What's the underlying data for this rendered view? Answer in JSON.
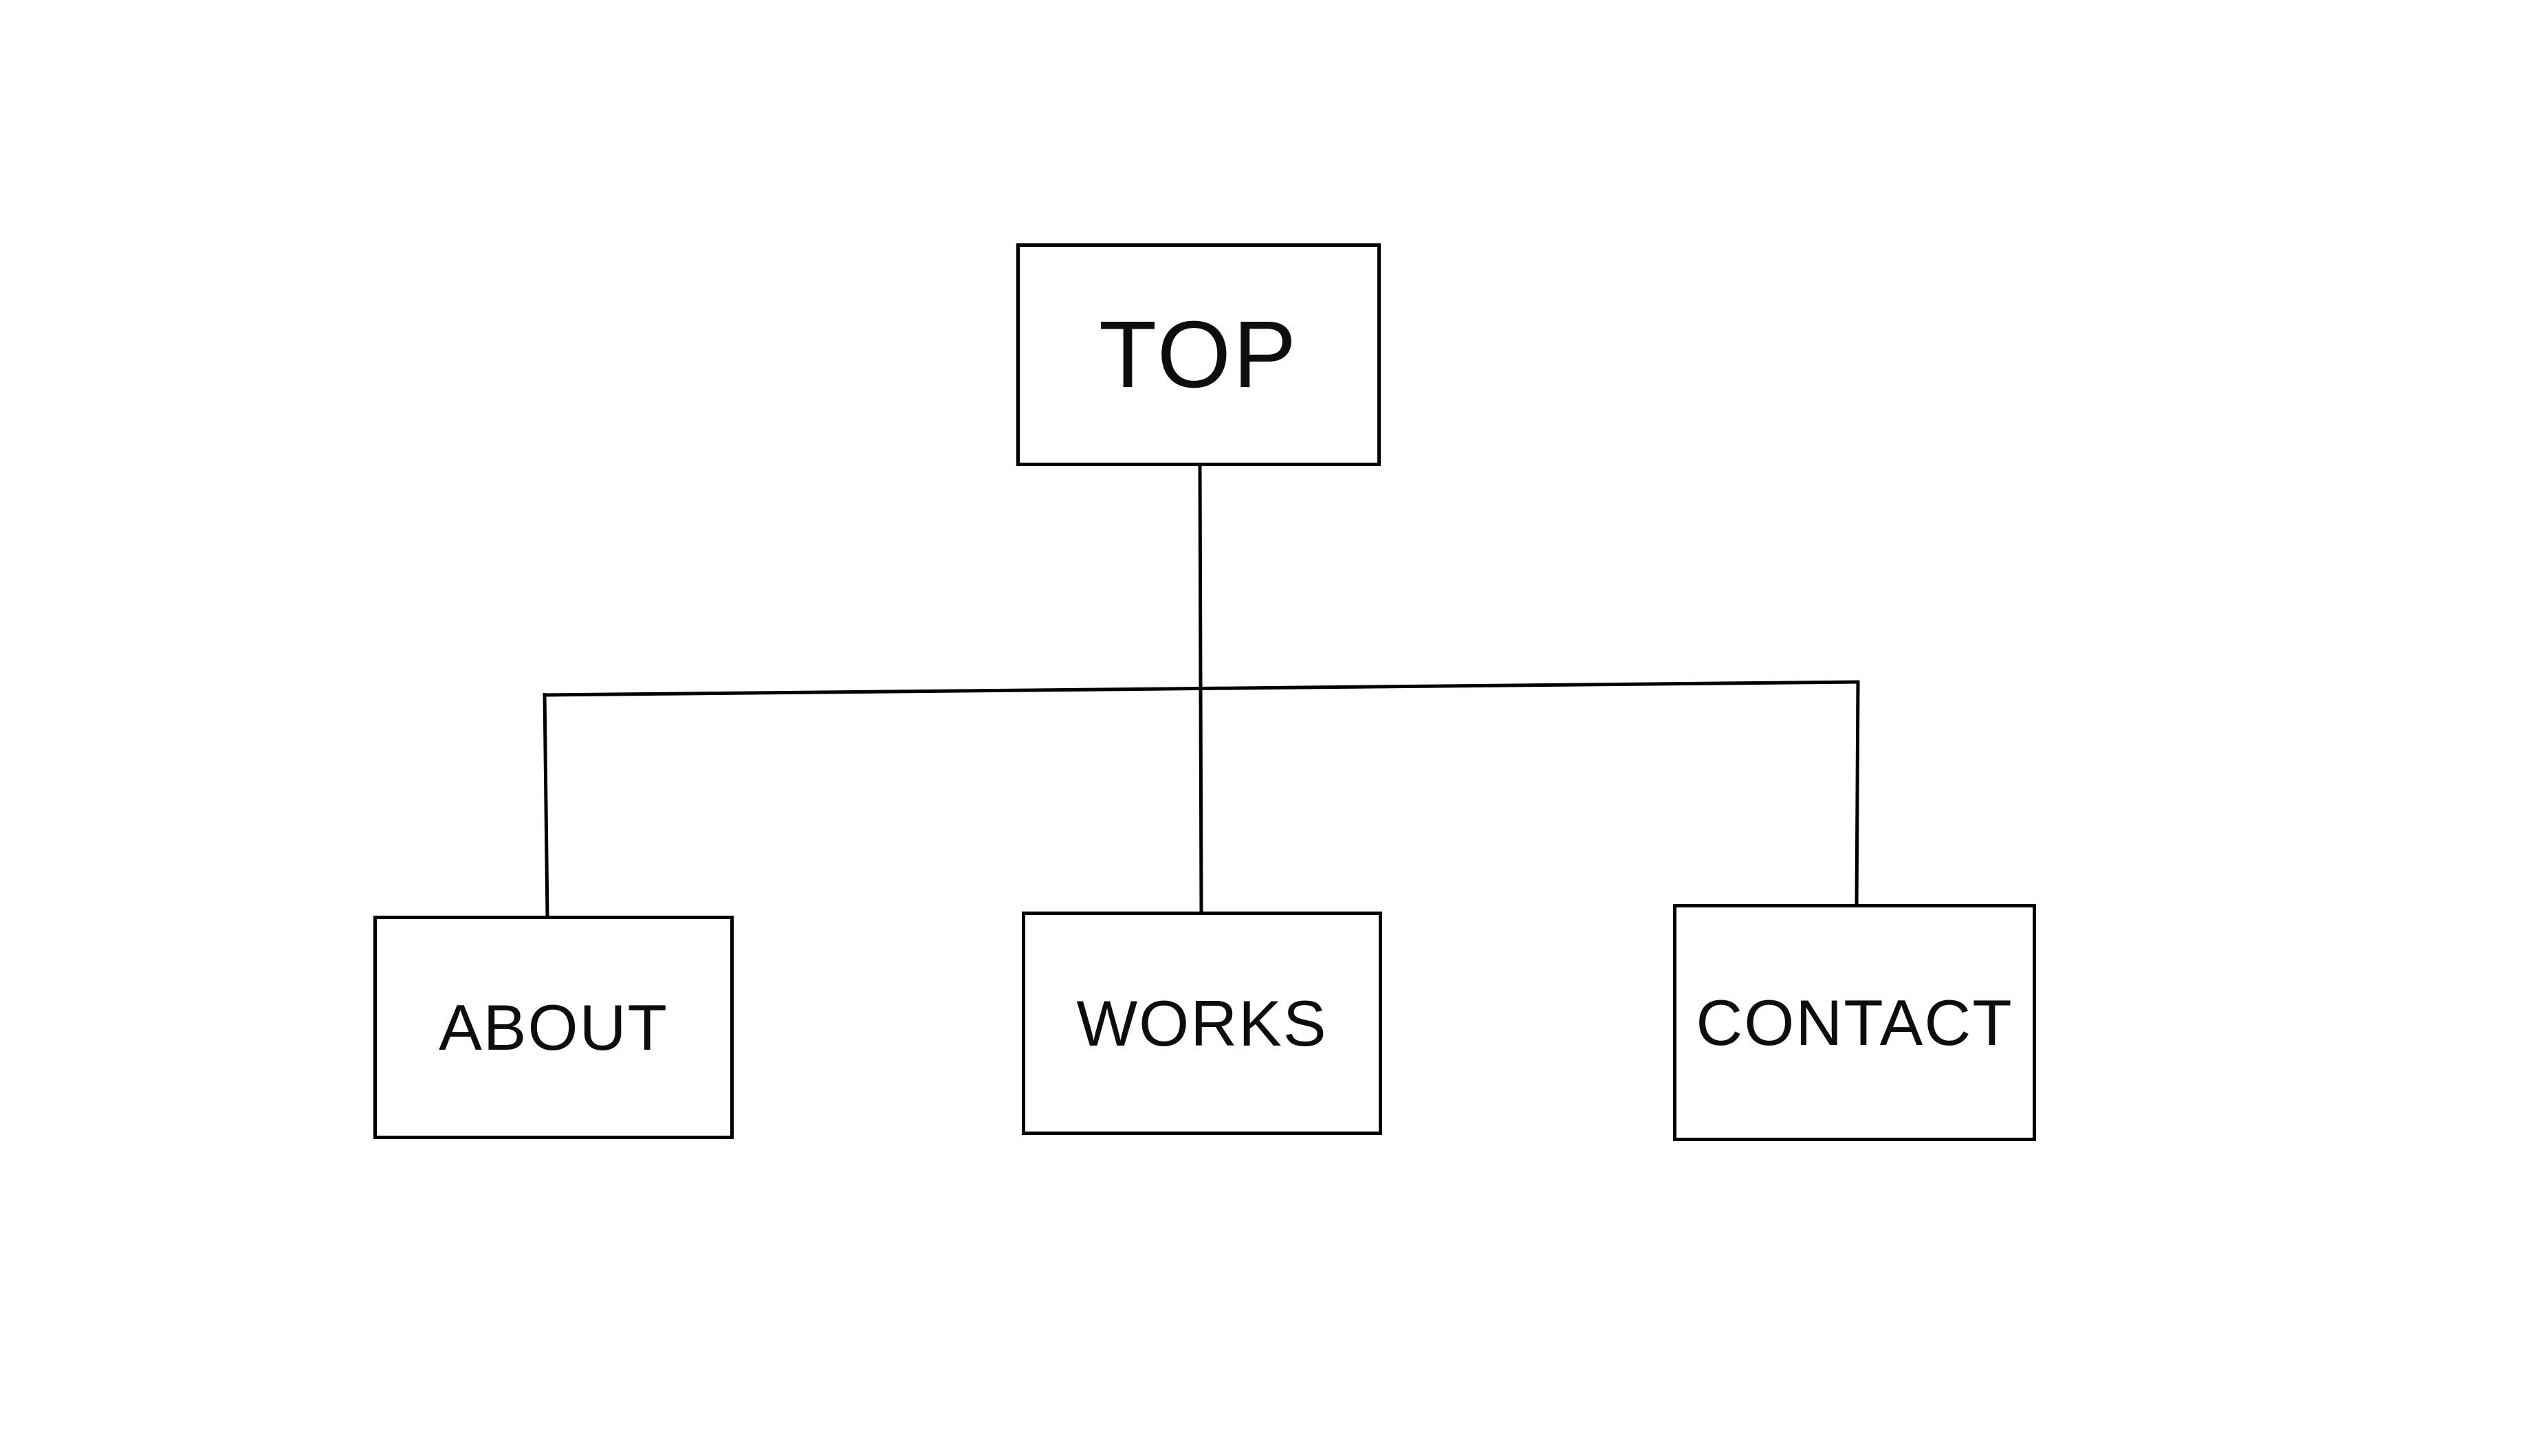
{
  "diagram": {
    "root": {
      "label": "TOP"
    },
    "children": [
      {
        "label": "ABOUT"
      },
      {
        "label": "WORKS"
      },
      {
        "label": "CONTACT"
      }
    ],
    "colors": {
      "line": "#000000",
      "box_border": "#000000",
      "background": "#ffffff",
      "text": "#0d0d0d"
    }
  }
}
